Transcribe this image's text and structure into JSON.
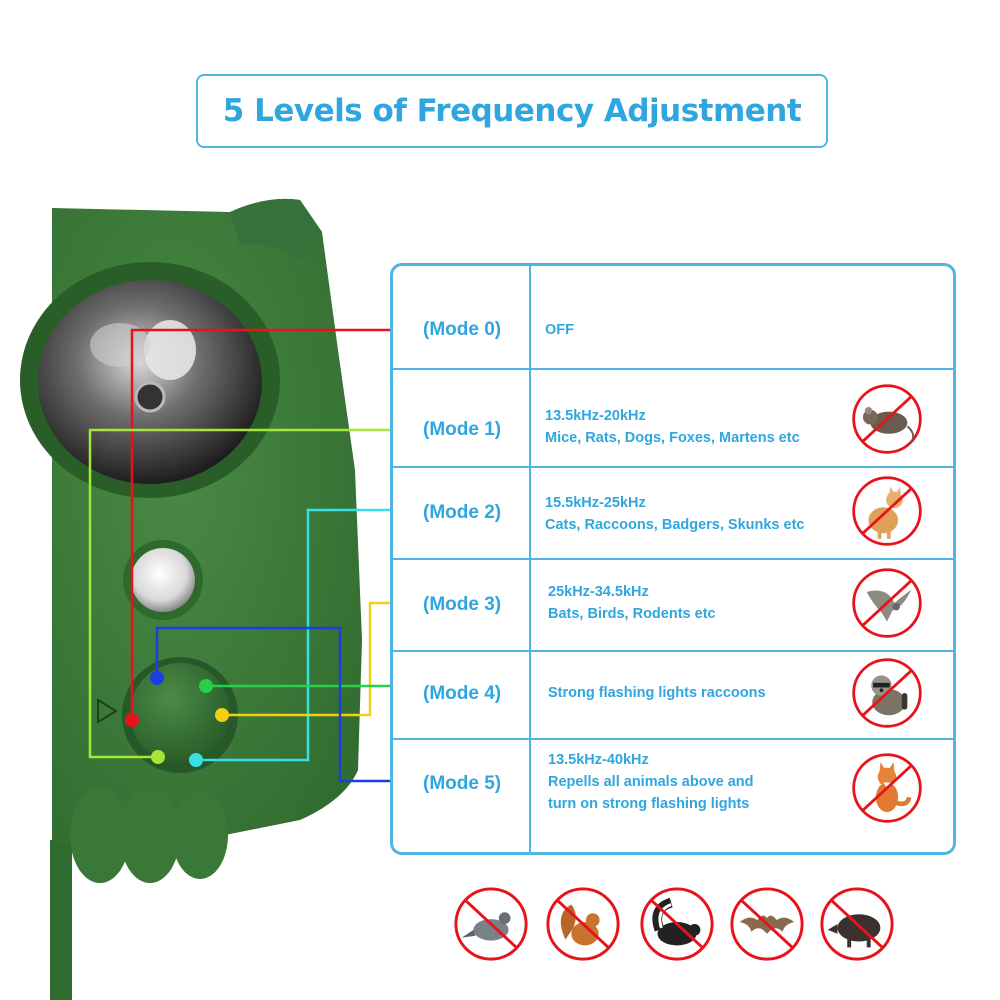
{
  "title": "5 Levels of Frequency Adjustment",
  "modes": [
    {
      "label": "(Mode 0)",
      "color": "#e8131a",
      "lines": [
        "OFF"
      ],
      "icon": ""
    },
    {
      "label": "(Mode 1)",
      "color": "#a6e63a",
      "lines": [
        "13.5kHz-20kHz",
        "Mice, Rats, Dogs, Foxes, Martens etc"
      ],
      "icon": "no-rat-icon"
    },
    {
      "label": "(Mode 2)",
      "color": "#38e0e6",
      "lines": [
        "15.5kHz-25kHz",
        "Cats, Raccoons, Badgers, Skunks etc"
      ],
      "icon": "no-cat-icon"
    },
    {
      "label": "(Mode 3)",
      "color": "#f2cf12",
      "lines": [
        "25kHz-34.5kHz",
        "Bats, Birds, Rodents etc"
      ],
      "icon": "no-bird-icon"
    },
    {
      "label": "(Mode 4)",
      "color": "#26d14a",
      "lines": [
        "Strong flashing lights raccoons"
      ],
      "icon": "no-raccoon-icon"
    },
    {
      "label": "(Mode 5)",
      "color": "#1a3ee0",
      "lines": [
        "13.5kHz-40kHz",
        "Repells all animals above and",
        "turn on strong flashing lights"
      ],
      "icon": "no-fox-icon"
    }
  ],
  "bottom_icons": [
    "no-pigeon-icon",
    "no-squirrel-icon",
    "no-skunk-icon",
    "no-bat-icon",
    "no-boar-icon"
  ],
  "colors": {
    "accent": "#2fa6df",
    "border": "#4fb6e3",
    "device": "#3d7a3a",
    "prohibit": "#e8131a"
  }
}
